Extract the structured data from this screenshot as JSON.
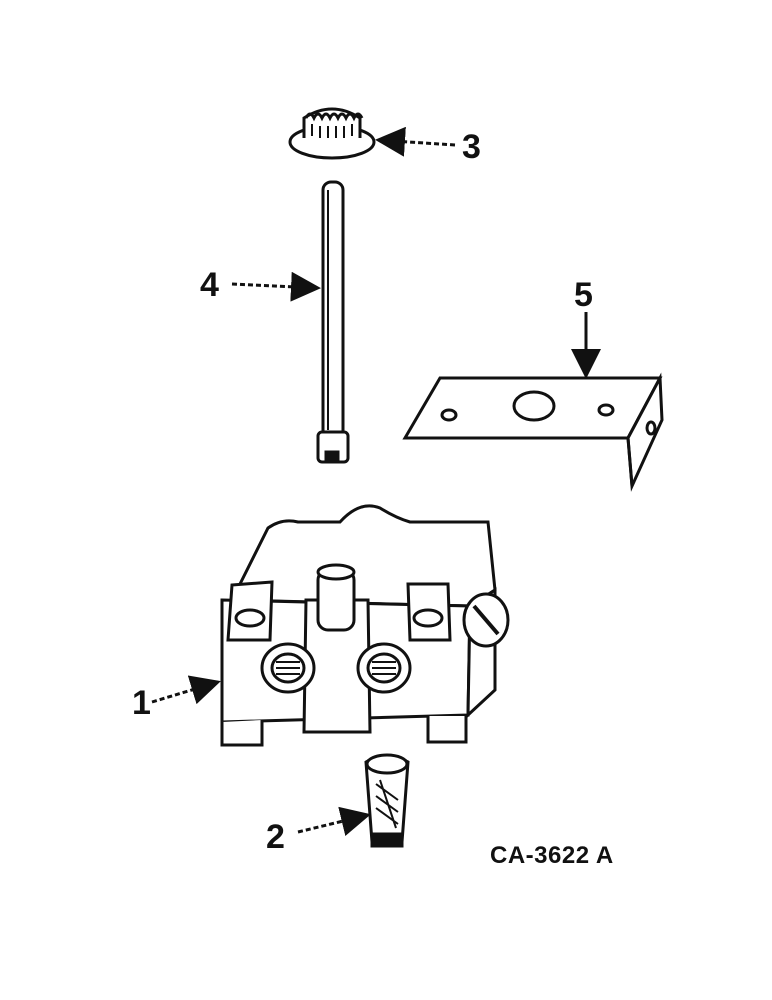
{
  "diagram": {
    "figure_code": "CA-3622 A",
    "callouts": [
      {
        "id": "1",
        "part": "valve-body"
      },
      {
        "id": "2",
        "part": "plug"
      },
      {
        "id": "3",
        "part": "cap"
      },
      {
        "id": "4",
        "part": "rod"
      },
      {
        "id": "5",
        "part": "bracket"
      }
    ]
  },
  "colors": {
    "ink": "#111111",
    "paper": "#ffffff"
  }
}
